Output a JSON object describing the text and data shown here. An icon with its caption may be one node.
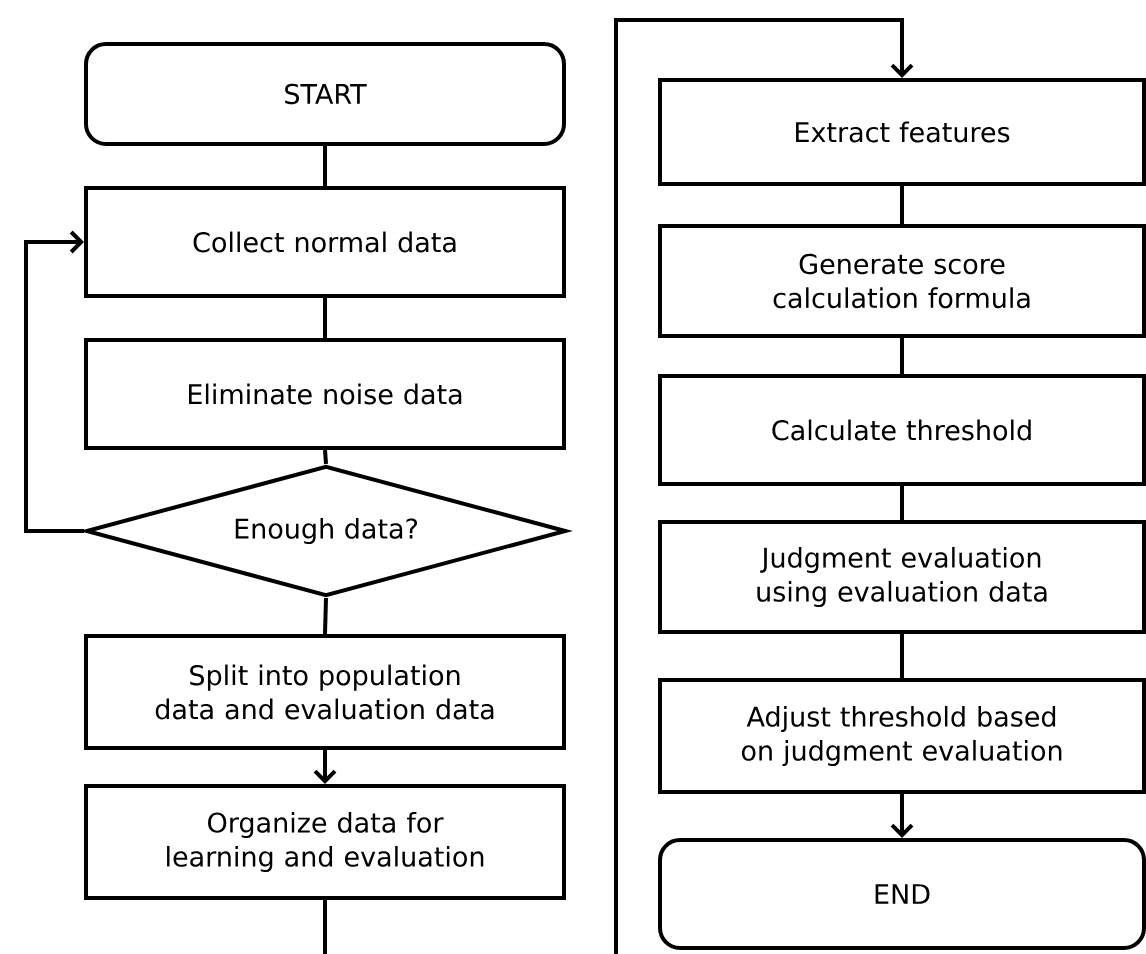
{
  "diagram": {
    "nodes": [
      {
        "text": [
          "START"
        ]
      },
      {
        "text": [
          "Collect normal data"
        ]
      },
      {
        "text": [
          "Eliminate noise data"
        ]
      },
      {
        "text": [
          "Enough data?"
        ]
      },
      {
        "text": [
          "Split into population data and evaluation data"
        ]
      },
      {
        "text": [
          "Organize data for learning and evaluation"
        ]
      },
      {
        "text": [
          "Extract features"
        ]
      },
      {
        "text": [
          "Generate score calculation formula"
        ]
      },
      {
        "text": [
          "Calculate threshold"
        ]
      },
      {
        "text": [
          "Judgment evaluation using evaluation data"
        ]
      },
      {
        "text": [
          "Adjust threshold based on judgment evaluation"
        ]
      },
      {
        "text": [
          "END"
        ]
      }
    ],
    "edges": [
      {
        "from": 0,
        "to": 1,
        "arrow": "none"
      },
      {
        "from": 1,
        "to": 2,
        "arrow": "none"
      },
      {
        "from": 2,
        "to": 3,
        "arrow": "none"
      },
      {
        "from": 3,
        "to": 1,
        "arrow": "to"
      },
      {
        "from": 3,
        "to": 4,
        "arrow": "none"
      },
      {
        "from": 4,
        "to": 5,
        "arrow": "to"
      },
      {
        "from": 5,
        "to": null,
        "arrow": "none"
      },
      {
        "from": null,
        "to": 6,
        "arrow": "to"
      },
      {
        "from": 6,
        "to": 7,
        "arrow": "none"
      },
      {
        "from": 7,
        "to": 8,
        "arrow": "none"
      },
      {
        "from": 8,
        "to": 9,
        "arrow": "none"
      },
      {
        "from": 9,
        "to": 10,
        "arrow": "none"
      },
      {
        "from": 10,
        "to": 11,
        "arrow": "to"
      }
    ]
  }
}
